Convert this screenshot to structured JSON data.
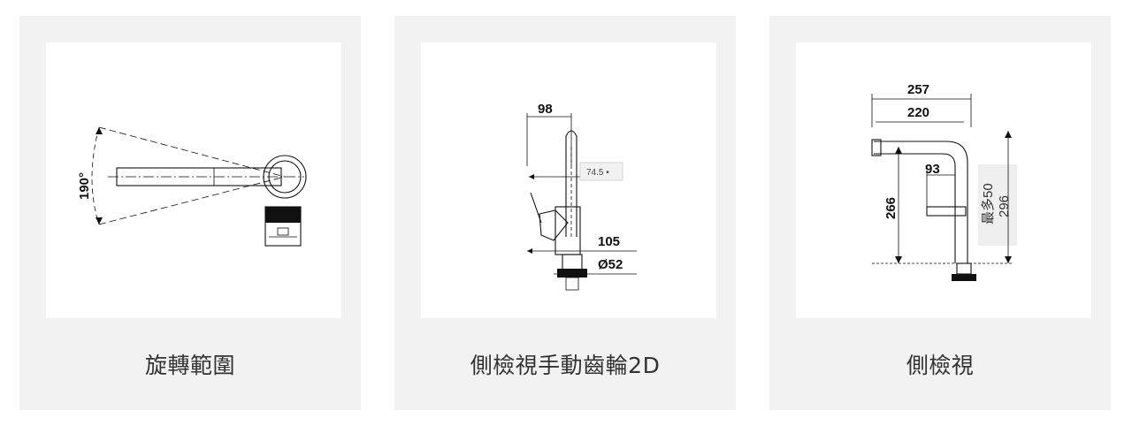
{
  "cards": [
    {
      "caption": "旋轉範圍",
      "labels": {
        "angle": "190°"
      }
    },
    {
      "caption": "側檢視手動齒輪2D",
      "labels": {
        "reach": "98",
        "height": "105",
        "diameter": "Ø52",
        "tooltip": "74.5 •"
      }
    },
    {
      "caption": "側檢視",
      "labels": {
        "top_width": "257",
        "mid_width": "220",
        "handle": "93",
        "height": "266",
        "max": "最多50",
        "max_height": "296"
      }
    }
  ]
}
